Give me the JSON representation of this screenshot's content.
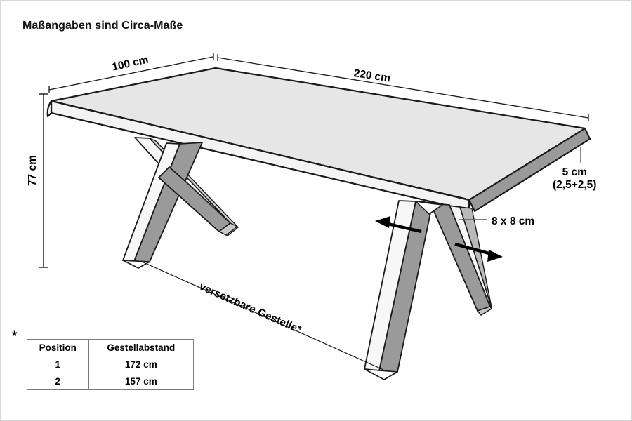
{
  "title": "Maßangaben sind Circa-Maße",
  "dimensions": {
    "width_label": "100 cm",
    "length_label": "220 cm",
    "height_label": "77 cm",
    "thickness_label": "5 cm",
    "thickness_detail": "(2,5+2,5)",
    "leg_profile_label": "8 x 8 cm",
    "movable_frames_label": "versetzbare Gestelle*",
    "footnote_marker": "*"
  },
  "spec_table": {
    "headers": [
      "Position",
      "Gestellabstand"
    ],
    "rows": [
      [
        "1",
        "172 cm"
      ],
      [
        "2",
        "157 cm"
      ]
    ]
  },
  "colors": {
    "top_surface": "#e6e6e6",
    "front_edge": "#f4f4f4",
    "side_edge": "#9a9a9a",
    "leg_shaded": "#9a9a9a",
    "leg_light": "#f2f2f2",
    "outline": "#1a1a1a",
    "frame_border": "#d8d8d8"
  }
}
